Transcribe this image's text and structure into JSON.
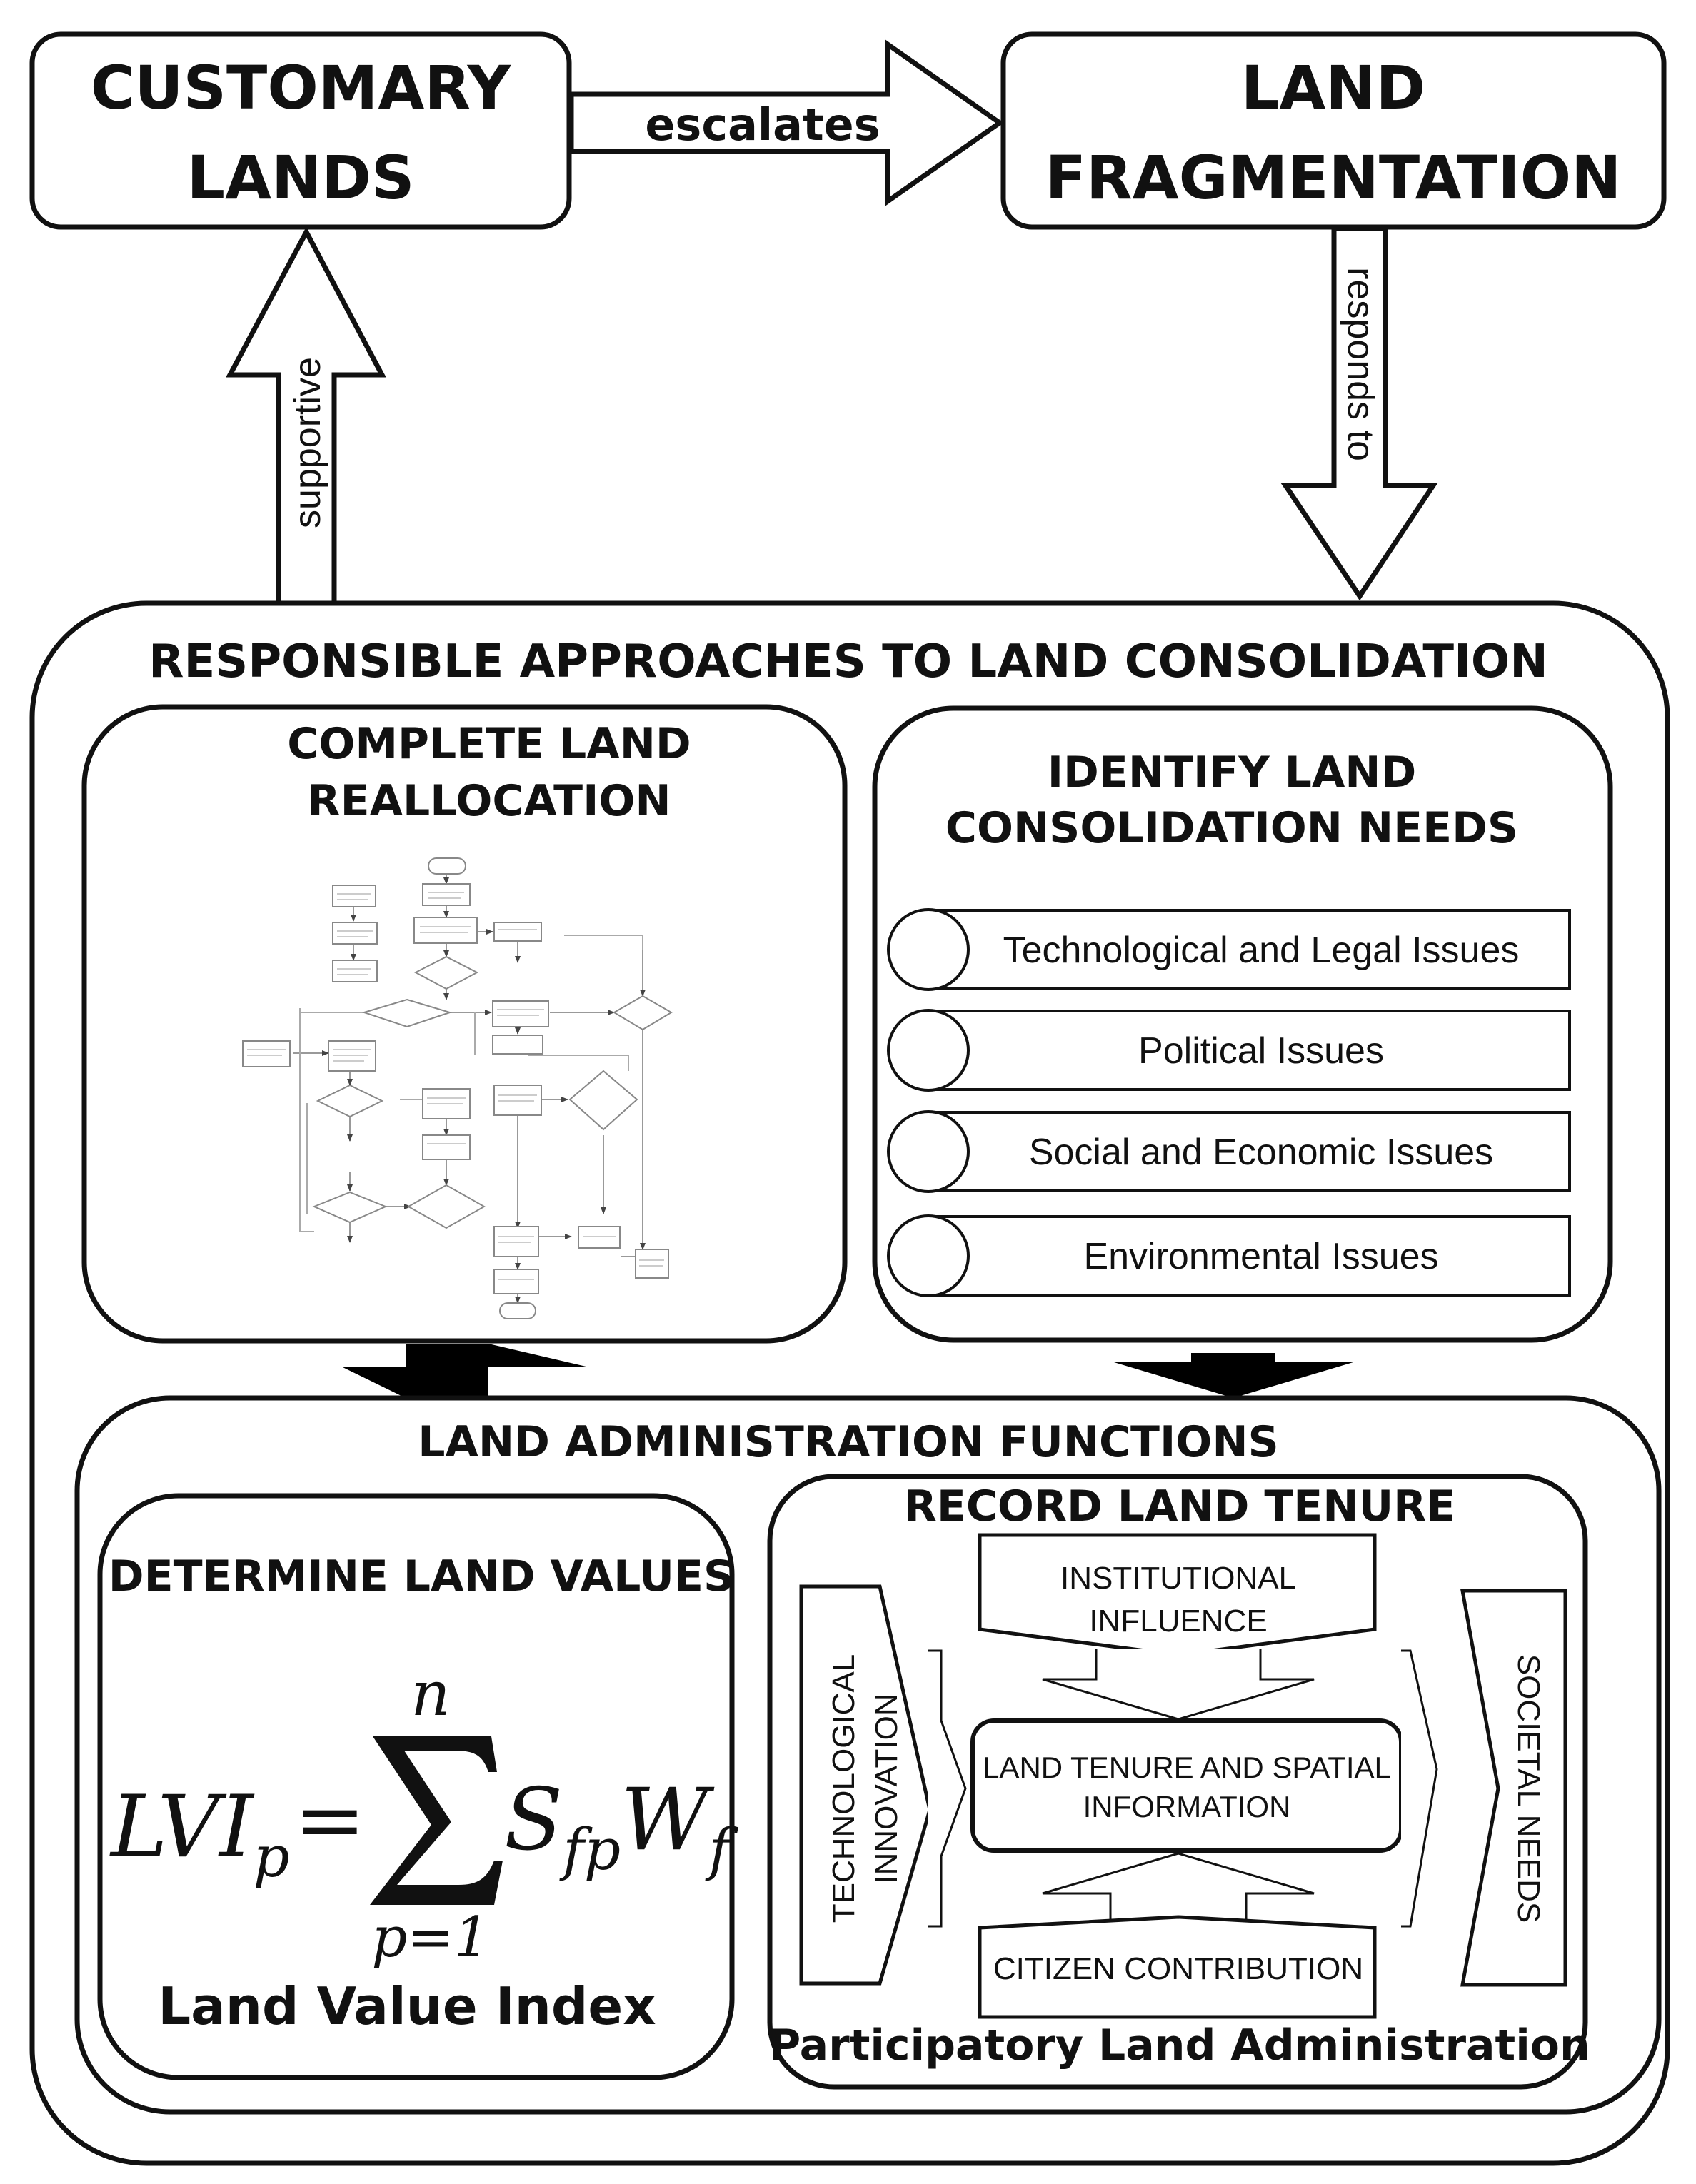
{
  "top": {
    "customary_line1": "CUSTOMARY",
    "customary_line2": "LANDS",
    "fragmentation_line1": "LAND",
    "fragmentation_line2": "FRAGMENTATION",
    "escalates": "escalates",
    "responds_to": "responds to",
    "supportive": "supportive"
  },
  "outer_title": "RESPONSIBLE APPROACHES TO LAND CONSOLIDATION",
  "reallocation": {
    "title_line1": "COMPLETE LAND",
    "title_line2": "REALLOCATION"
  },
  "needs": {
    "title_line1": "IDENTIFY LAND",
    "title_line2": "CONSOLIDATION NEEDS",
    "items": [
      "Technological and Legal Issues",
      "Political Issues",
      "Social and Economic Issues",
      "Environmental Issues"
    ]
  },
  "admin": {
    "title": "LAND ADMINISTRATION FUNCTIONS"
  },
  "values": {
    "title": "DETERMINE LAND VALUES",
    "formula": {
      "lhs_base": "LVI",
      "lhs_sub": "p",
      "equals": "=",
      "sum_upper": "n",
      "sum_lower": "p=1",
      "term1_base": "S",
      "term1_sub": "fp",
      "term2_base": "W",
      "term2_sub": "f"
    },
    "caption": "Land Value Index"
  },
  "tenure": {
    "title": "RECORD LAND TENURE",
    "institutional_line1": "INSTITUTIONAL",
    "institutional_line2": "INFLUENCE",
    "technological_line1": "TECHNOLOGICAL",
    "technological_line2": "INNOVATION",
    "center_line1": "LAND TENURE AND SPATIAL",
    "center_line2": "INFORMATION",
    "citizen": "CITIZEN CONTRIBUTION",
    "societal": "SOCIETAL NEEDS",
    "caption": "Participatory Land Administration"
  }
}
